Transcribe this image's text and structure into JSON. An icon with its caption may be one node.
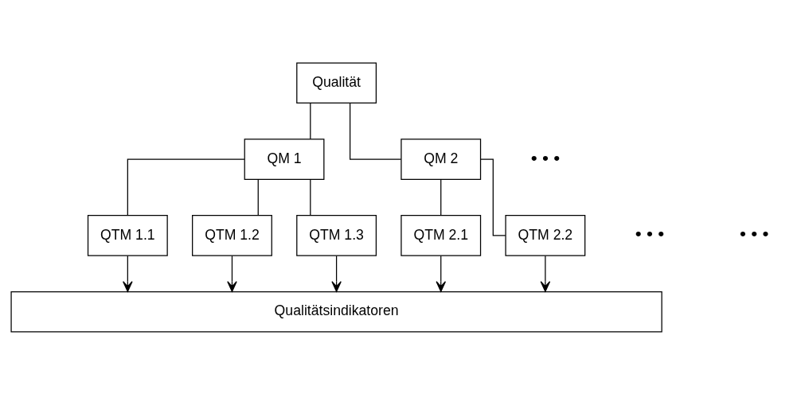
{
  "diagram": {
    "nodes": [
      {
        "text": [
          "Qualität"
        ]
      },
      {
        "text": [
          "QM 1"
        ]
      },
      {
        "text": [
          "QM 2"
        ]
      },
      {
        "text": [
          "QTM 1.1"
        ]
      },
      {
        "text": [
          "QTM 1.2"
        ]
      },
      {
        "text": [
          "QTM 1.3"
        ]
      },
      {
        "text": [
          "QTM 2.1"
        ]
      },
      {
        "text": [
          "QTM 2.2"
        ]
      },
      {
        "text": [
          "Qualitätsindikatoren"
        ]
      }
    ],
    "edges": [
      {
        "from": 0,
        "to": 1,
        "arrow": "none"
      },
      {
        "from": 0,
        "to": 2,
        "arrow": "none"
      },
      {
        "from": 1,
        "to": 3,
        "arrow": "none"
      },
      {
        "from": 1,
        "to": 4,
        "arrow": "none"
      },
      {
        "from": 1,
        "to": 5,
        "arrow": "none"
      },
      {
        "from": 2,
        "to": 6,
        "arrow": "none"
      },
      {
        "from": 2,
        "to": 7,
        "arrow": "none"
      },
      {
        "from": 3,
        "to": 8,
        "arrow": "to"
      },
      {
        "from": 4,
        "to": 8,
        "arrow": "to"
      },
      {
        "from": 5,
        "to": 8,
        "arrow": "to"
      },
      {
        "from": 6,
        "to": 8,
        "arrow": "to"
      },
      {
        "from": 7,
        "to": 8,
        "arrow": "to"
      }
    ],
    "labels": [
      "• • •",
      "• • •",
      "• • •"
    ]
  }
}
